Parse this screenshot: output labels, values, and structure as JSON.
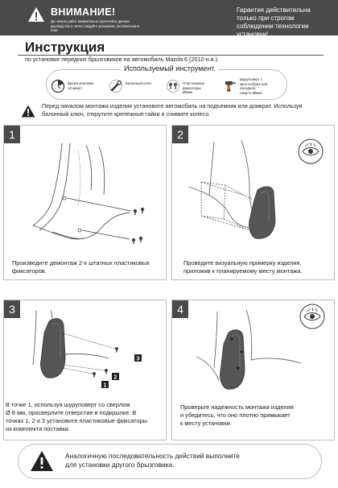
{
  "header": {
    "title": "ВНИМАНИЕ!",
    "note": "До начала работ внимательно прочитайте данное руководство и четко следуйте указаниям, изложенным в нем!",
    "right_text": "Гарантия действительна только при строгом соблюдении технологии установки!"
  },
  "title": "Инструкция",
  "subtitle": "по установке передних брызговиков на автомобиль Mazda 6 (2012-н.в.).",
  "tools": {
    "heading": "Используемый инструмент.",
    "items": [
      {
        "icon": "clock-icon",
        "label": "Время монтажа 10 минут"
      },
      {
        "icon": "wrench-icon",
        "label": "Балонный ключ"
      },
      {
        "icon": "clips-icon",
        "label": "Пластиковые фиксаторы Ø8мм"
      },
      {
        "icon": "screwdriver-icon",
        "label": "Шуруповерт с крестообраз-ной насадкой, сверло Ø8мм"
      }
    ]
  },
  "notice": "Перед началом монтажа изделия установите автомобиль на подъемник или домкрат. Используя балонный ключ, открутите крепежные гайки и снимите колесо.",
  "steps": [
    {
      "num": "1",
      "caption_lines": [
        "Произведите демонтаж 2-х штатных пластиковых",
        "фиксаторов."
      ]
    },
    {
      "num": "2",
      "caption_lines": [
        "Проведите визуальную примерку изделия,",
        "приложив к планируемому месту монтажа."
      ]
    },
    {
      "num": "3",
      "caption_lines": [
        "В точке 1, используя шуруповерт со сверлом",
        "Ø 8 мм, просверлите отверстие в подкрылке. В",
        "точках 1, 2 и 3 установите пластиковые фиксаторы",
        "из комплекта поставки."
      ],
      "markers": [
        "1",
        "2",
        "3"
      ]
    },
    {
      "num": "4",
      "caption_lines": [
        "Проверьте надежность монтажа изделия",
        "и убедитесь, что оно плотно примыкает",
        "к месту установки."
      ]
    }
  ],
  "bottom_lines": [
    "Аналогичную последовательность действий выполните",
    "для установки другого брызговика."
  ]
}
